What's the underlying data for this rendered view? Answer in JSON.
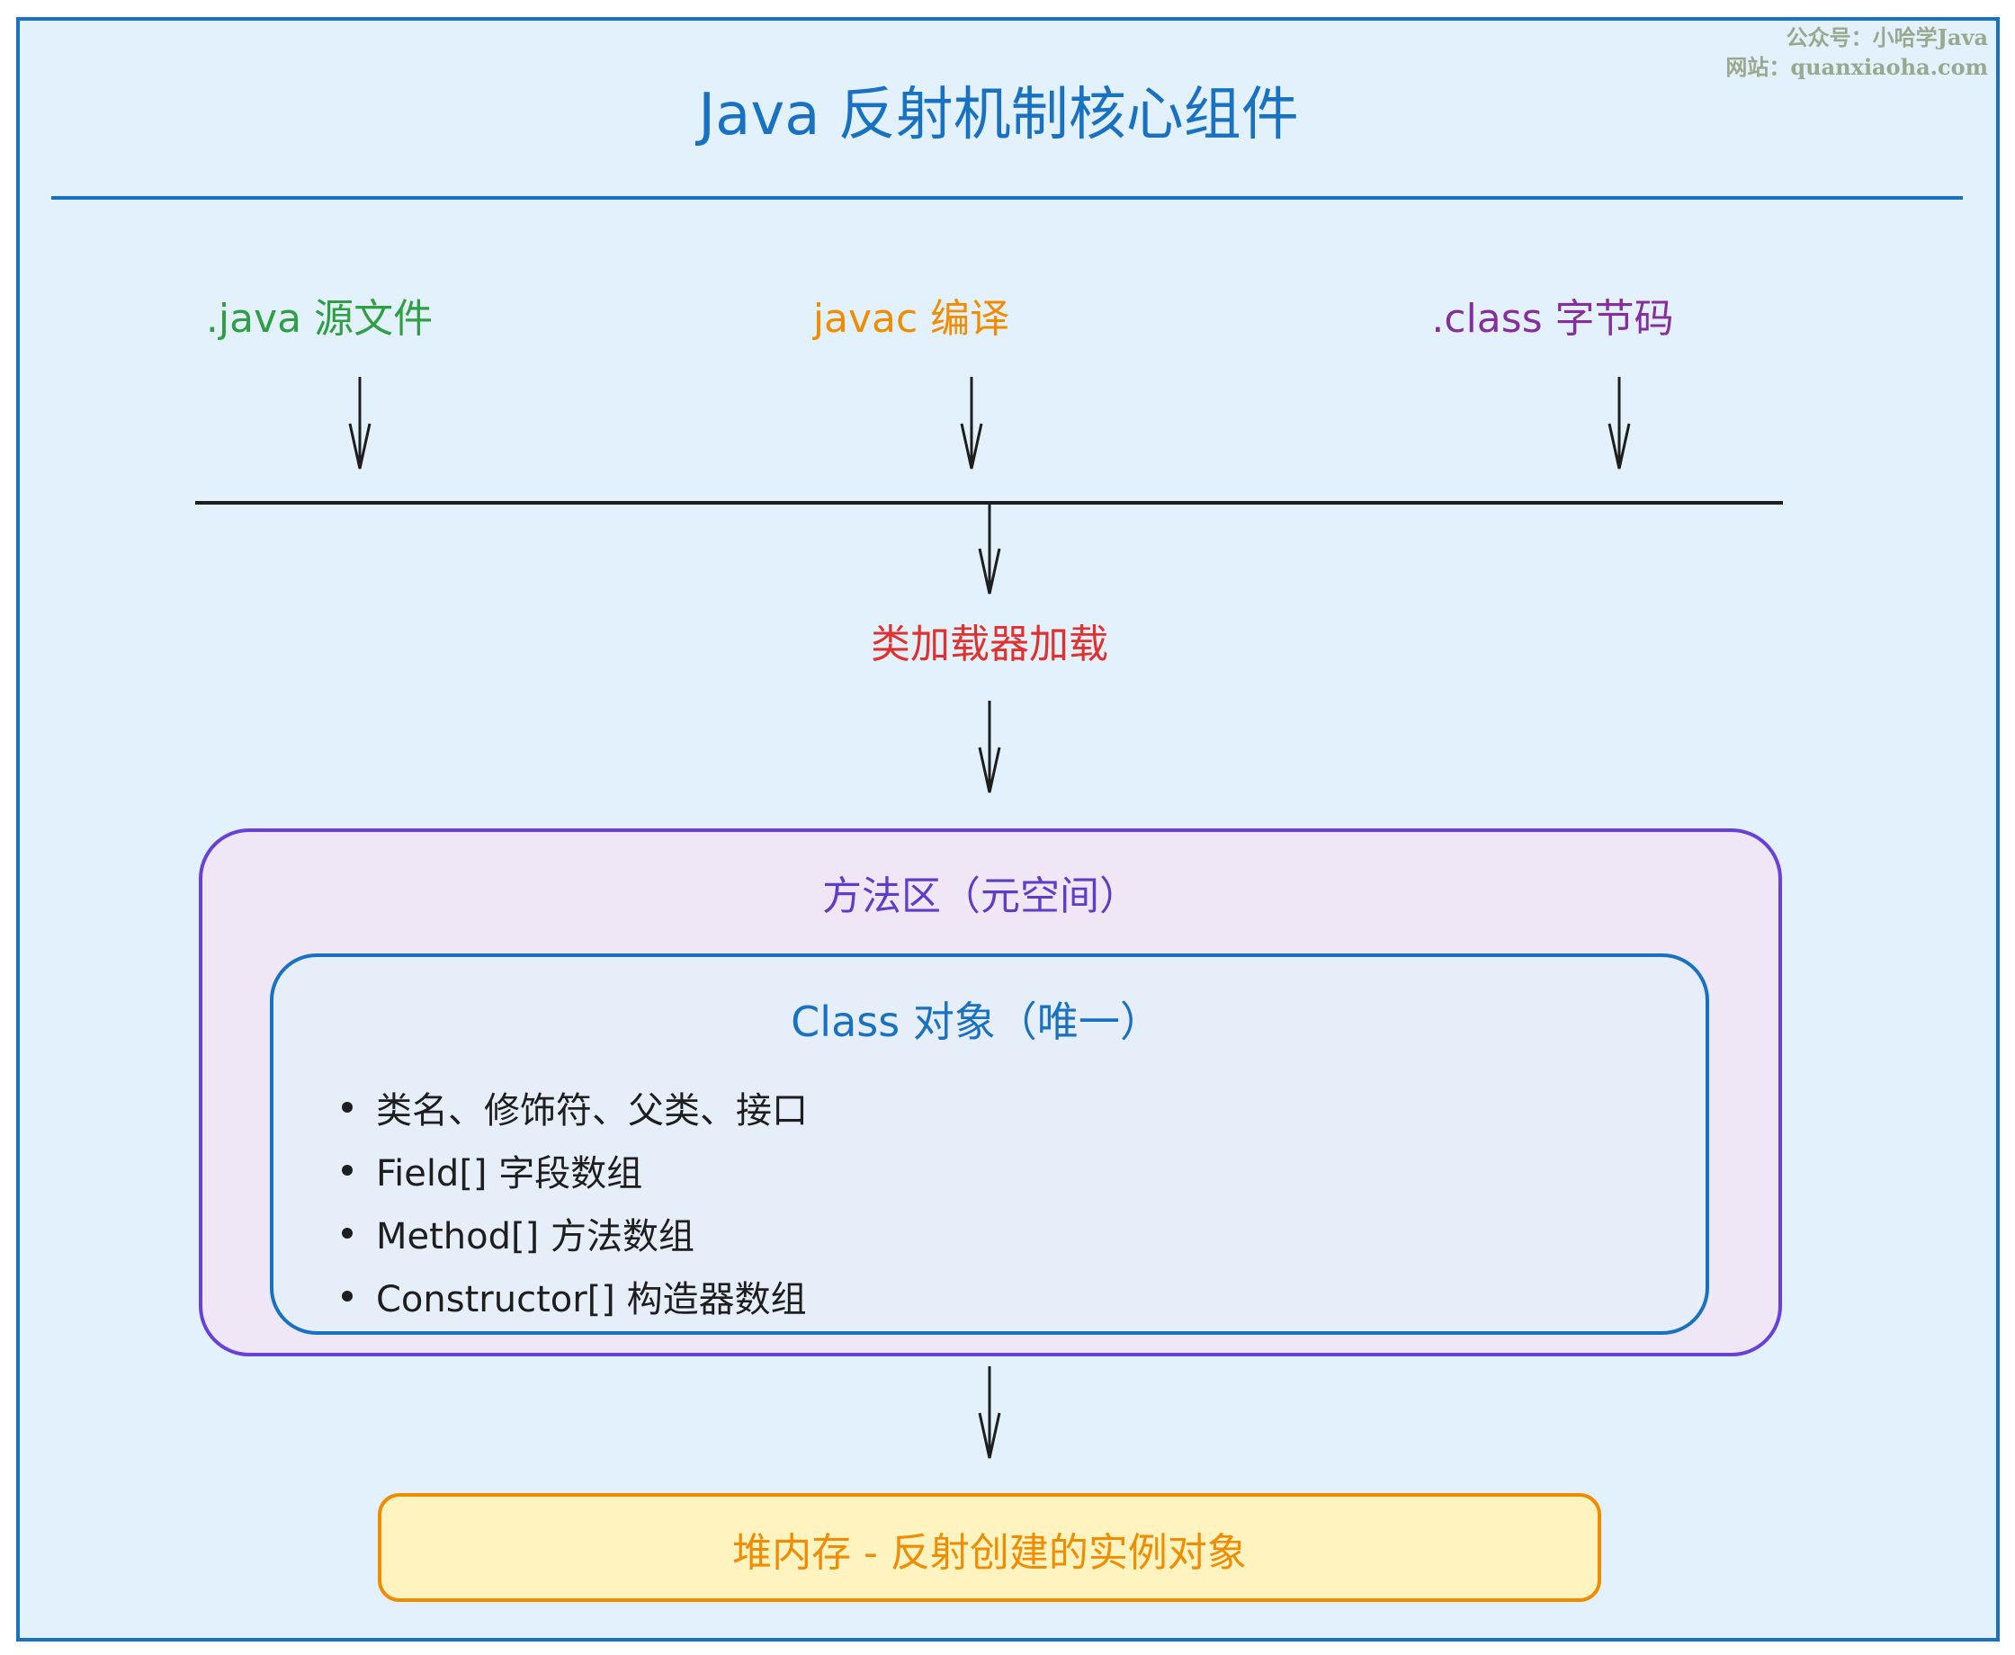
{
  "title": "Java 反射机制核心组件",
  "watermark": {
    "line1": "公众号：小哈学Java",
    "line2": "网站：quanxiaoha.com"
  },
  "sources": [
    {
      "label": ".java 源文件",
      "color": "#2f9e44"
    },
    {
      "label": "javac 编译",
      "color": "#f08c00"
    },
    {
      "label": ".class 字节码",
      "color": "#862e9c"
    }
  ],
  "loader": {
    "label": "类加载器加载",
    "color": "#e03131"
  },
  "method_area": {
    "label": "方法区（元空间）",
    "color": "#5f3dc4"
  },
  "class_object": {
    "label": "Class 对象（唯一）",
    "color": "#1971c2",
    "items": [
      "类名、修饰符、父类、接口",
      "Field[] 字段数组",
      "Method[] 方法数组",
      "Constructor[] 构造器数组"
    ]
  },
  "heap": {
    "label": "堆内存 - 反射创建的实例对象",
    "color": "#f08c00"
  }
}
